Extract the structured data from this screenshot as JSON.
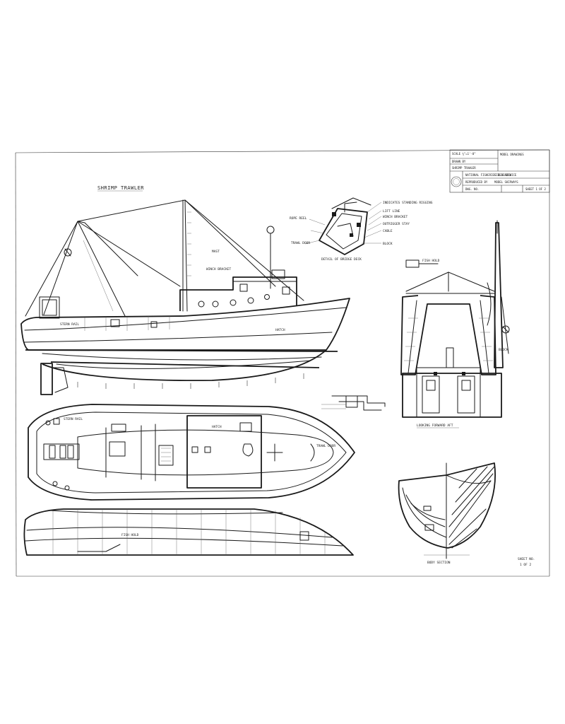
{
  "sheet_title": "SHRIMP TRAWLER",
  "title_block": {
    "lines": [
      "SCALE ¼\"=1'-0\"",
      "DRAWN BY",
      "SHRIMP TRAWLER",
      "MODEL DRAWINGS",
      "NATIONAL FISHERIES RESEARCH",
      "FIELD SERVICE",
      "REPRODUCED BY",
      "MODEL SHIPWAYS",
      "DWG. NO.",
      "SHEET 1 OF 2"
    ]
  },
  "view_labels": {
    "deck_detail": "DETAIL OF BRIDGE DECK",
    "rigging_section": "LOOKING FORWARD AFT",
    "body_section": "BODY SECTION"
  },
  "callouts": [
    "INDICATES STANDING RIGGING",
    "LIFT LINE",
    "WINCH BRACKET",
    "OUTRIGGER STAY",
    "CABLE",
    "BLOCK",
    "STERN RAIL",
    "TRAWL DOOR",
    "HATCH",
    "ROPE REEL",
    "FISH HOLD",
    "MAST"
  ],
  "corner_note": [
    "SHEET NO.",
    "1 OF 2"
  ],
  "colors": {
    "paper": "#ffffff",
    "ink": "#1a1a1a"
  }
}
